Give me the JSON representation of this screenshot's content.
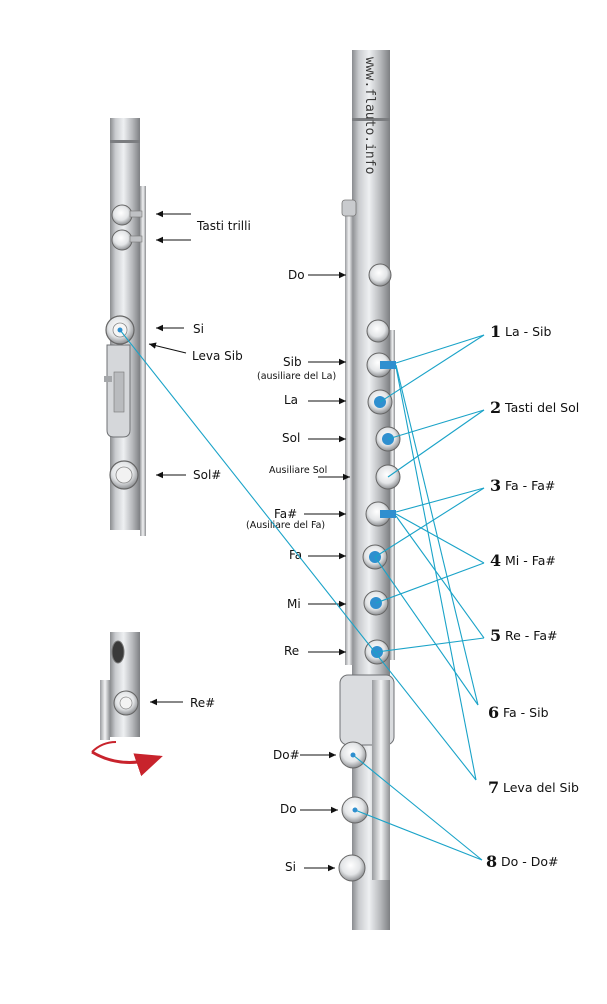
{
  "watermark": "www.flauto.info",
  "colors": {
    "link": "#1aa3c8",
    "accent": "#2f8fcf",
    "arrow_red": "#c8232c"
  },
  "left_labels": {
    "trill_keys": "Tasti trilli",
    "si": "Si",
    "bb_lever": "Leva Sib",
    "gsharp": "Sol#",
    "dsharp": "Re#"
  },
  "right_labels": {
    "do_high": "Do",
    "sib": "Sib",
    "sib_aux": "(ausiliare del La)",
    "la": "La",
    "sol": "Sol",
    "aux_sol": "Ausiliare Sol",
    "fasharp": "Fa#",
    "fasharp_aux": "(Ausiliare del Fa)",
    "fa": "Fa",
    "mi": "Mi",
    "re": "Re",
    "dosharp_low": "Do#",
    "do_low": "Do",
    "si_low": "Si"
  },
  "combos": [
    {
      "num": "1",
      "label": "La - Sib"
    },
    {
      "num": "2",
      "label": "Tasti del Sol"
    },
    {
      "num": "3",
      "label": "Fa - Fa#"
    },
    {
      "num": "4",
      "label": "Mi - Fa#"
    },
    {
      "num": "5",
      "label": "Re - Fa#"
    },
    {
      "num": "6",
      "label": "Fa - Sib"
    },
    {
      "num": "7",
      "label": "Leva del Sib"
    },
    {
      "num": "8",
      "label": "Do - Do#"
    }
  ]
}
